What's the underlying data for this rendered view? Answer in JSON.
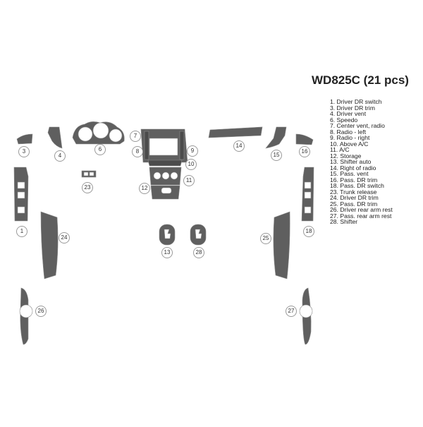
{
  "title": "WD825C (21 pcs)",
  "colors": {
    "piece": "#5f5f5f",
    "piece_dark": "#4b4b4b",
    "outline": "#9a9a9a",
    "text": "#222222"
  },
  "legend": [
    "1. Driver DR switch",
    "3. Driver DR trim",
    "4. Driver vent",
    "6. Speedo",
    "7. Center vent, radio",
    "8. Radio - left",
    "9. Radio - right",
    "10. Above A/C",
    "11. A/C",
    "12. Storage",
    "13. Shifter auto",
    "14. Right of radio",
    "15. Pass. vent",
    "16. Pass. DR trim",
    "18. Pass. DR switch",
    "23. Trunk release",
    "24. Driver DR trim",
    "25. Pass. DR trim",
    "26. Driver rear arm rest",
    "27. Pass. rear arm rest",
    "28. Shifter"
  ],
  "callouts": [
    "3",
    "4",
    "6",
    "7",
    "8",
    "9",
    "10",
    "11",
    "12",
    "13",
    "14",
    "15",
    "16",
    "1",
    "18",
    "23",
    "24",
    "25",
    "26",
    "27",
    "28"
  ]
}
